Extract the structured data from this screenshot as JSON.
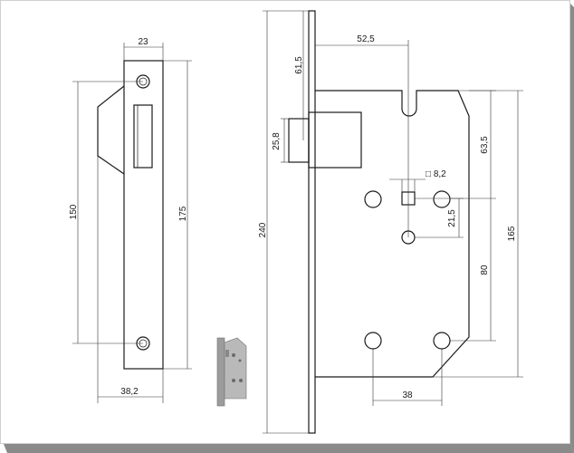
{
  "dimensions": {
    "faceplate_width": "23",
    "strike_hole_spacing": "150",
    "faceplate_height": "175",
    "strike_width": "38,2",
    "forend_height": "240",
    "backset": "52,5",
    "latch_offset": "61,5",
    "latch_height": "25,8",
    "spindle_square": "□ 8,2",
    "center_distance": "21,5",
    "body_upper": "63,5",
    "body_height": "165",
    "lower_distance": "80",
    "screw_spacing": "38"
  },
  "colors": {
    "frame_shadow": "#8a8a8a",
    "lock_photo_body": "#b9b9b9",
    "lock_photo_plate": "#9c9c9c"
  }
}
